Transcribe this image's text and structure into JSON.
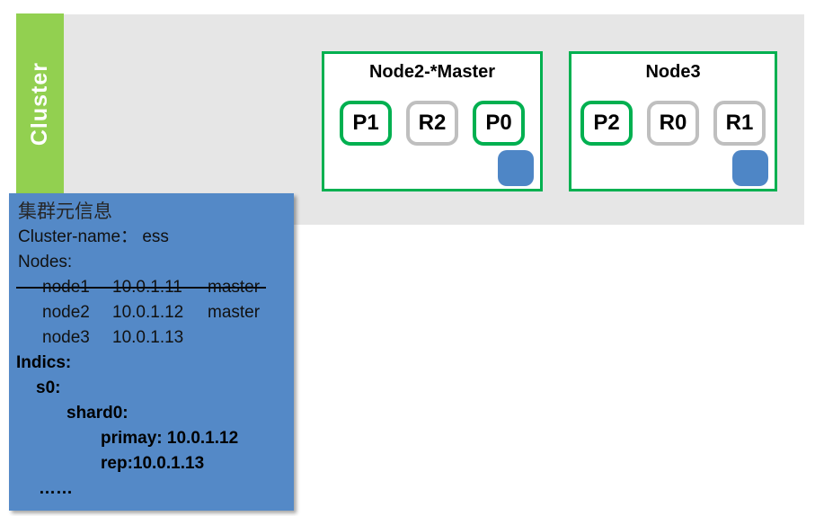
{
  "cluster_bar": {
    "label": "Cluster"
  },
  "nodes_panel": [
    {
      "title": "Node2-*Master",
      "shards": [
        {
          "label": "P1",
          "type": "primary"
        },
        {
          "label": "R2",
          "type": "replica"
        },
        {
          "label": "P0",
          "type": "primary"
        }
      ]
    },
    {
      "title": "Node3",
      "shards": [
        {
          "label": "P2",
          "type": "primary"
        },
        {
          "label": "R0",
          "type": "replica"
        },
        {
          "label": "R1",
          "type": "replica"
        }
      ]
    }
  ],
  "meta_box": {
    "title": "集群元信息",
    "cluster_name_line": "Cluster-name： ess",
    "nodes_heading": "Nodes:",
    "node_rows": [
      {
        "name": "node1",
        "ip": "10.0.1.11",
        "role": "master",
        "failed": true
      },
      {
        "name": "node2",
        "ip": "10.0.1.12",
        "role": "master",
        "failed": false
      },
      {
        "name": "node3",
        "ip": "10.0.1.13",
        "role": "",
        "failed": false
      }
    ],
    "indices_heading": "Indics:",
    "index_lines": [
      {
        "text": "s0:"
      },
      {
        "text": "shard0:"
      },
      {
        "text": "primay: 10.0.1.12"
      },
      {
        "text": "rep:10.0.1.13"
      },
      {
        "text": "……"
      }
    ]
  },
  "colors": {
    "cluster_bar_green": "#92D050",
    "node_border_green": "#00B050",
    "replica_border_gray": "#BFBFBF",
    "background_gray": "#E6E6E6",
    "meta_box_blue": "#5489C7",
    "accent_square_blue": "#4E86C6"
  }
}
